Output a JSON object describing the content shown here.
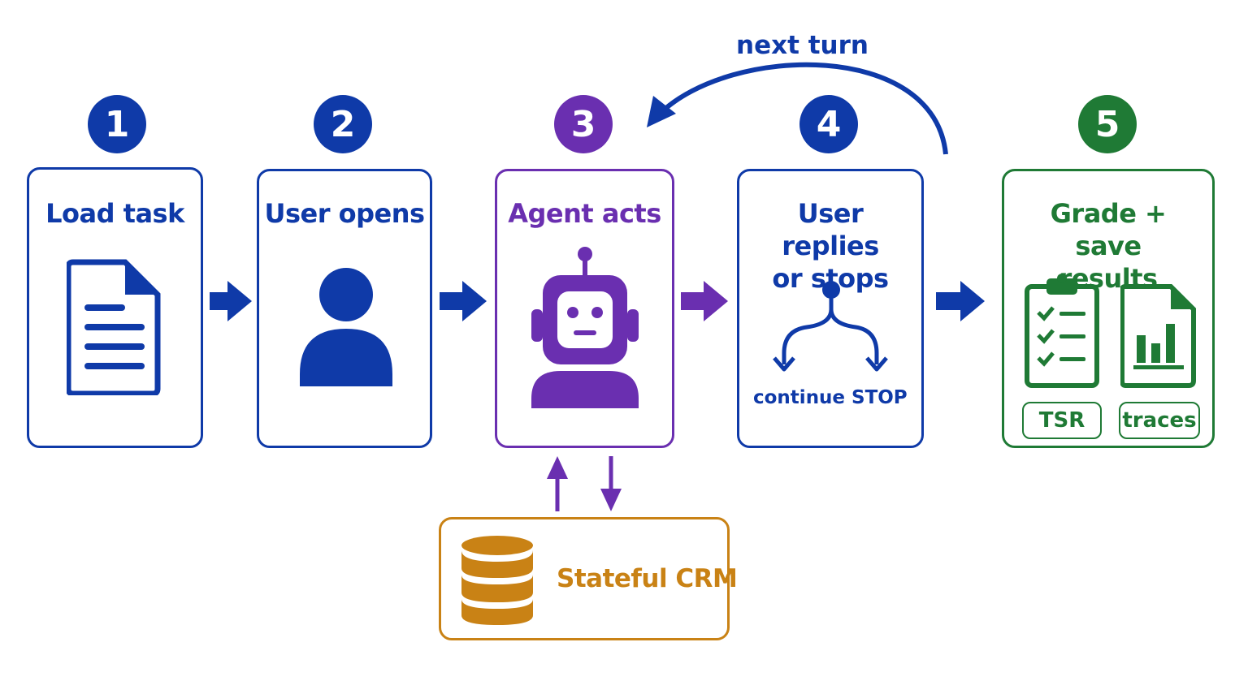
{
  "colors": {
    "blue": "#0f3aa8",
    "purple": "#6a2fb0",
    "green": "#1f7a35",
    "orange": "#c98215"
  },
  "loop_label": "next turn",
  "steps": [
    {
      "number": "1",
      "title": "Load task",
      "icon": "document-icon"
    },
    {
      "number": "2",
      "title": "User opens",
      "icon": "person-icon"
    },
    {
      "number": "3",
      "title": "Agent acts",
      "icon": "robot-icon"
    },
    {
      "number": "4",
      "title": "User replies or stops",
      "icon": "fork-icon",
      "branches": {
        "left": "continue",
        "right": "STOP"
      }
    },
    {
      "number": "5",
      "title": "Grade + save results",
      "icons": [
        "checklist-icon",
        "report-chart-icon"
      ],
      "outputs": [
        "TSR",
        "traces"
      ]
    }
  ],
  "crm": {
    "label": "Stateful CRM",
    "icon": "database-icon"
  }
}
